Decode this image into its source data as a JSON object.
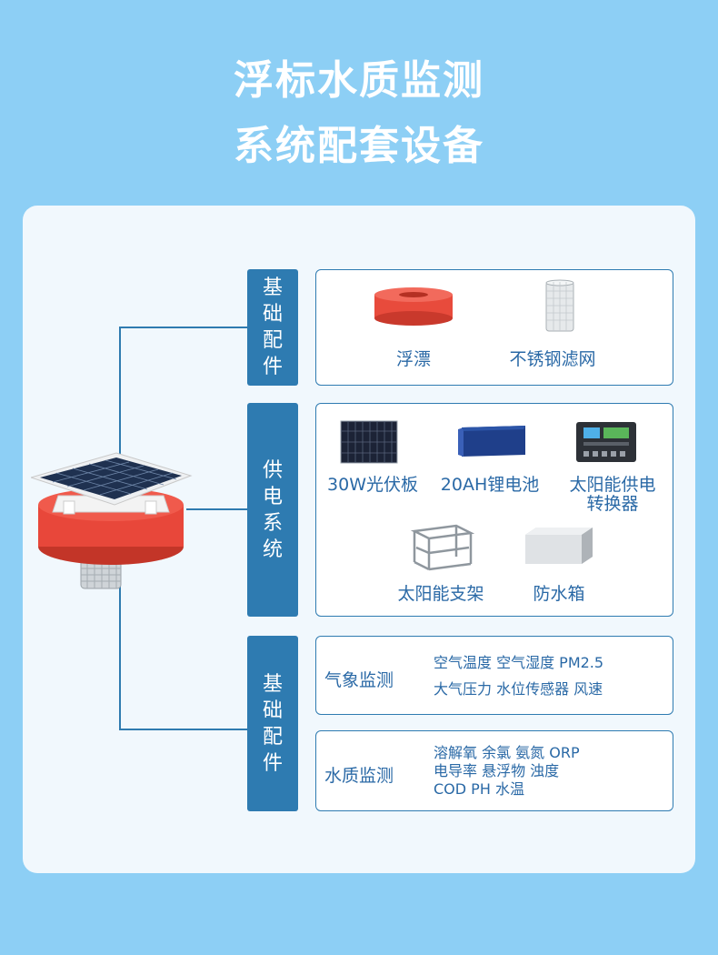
{
  "header": {
    "line1": "浮标水质监测",
    "line2": "系统配套设备"
  },
  "sections": {
    "base": {
      "tab": "基础配件",
      "items": [
        "浮漂",
        "不锈钢滤网"
      ]
    },
    "power": {
      "tab": "供电系统",
      "items": [
        "30W光伏板",
        "20AH锂电池",
        "太阳能供电",
        "转换器",
        "太阳能支架",
        "防水箱"
      ]
    },
    "sensors": {
      "tab": "基础配件",
      "weather": {
        "label": "气象监测",
        "row1": "空气温度  空气湿度  PM2.5",
        "row2": "大气压力  水位传感器  风速"
      },
      "water": {
        "label": "水质监测",
        "row1": "溶解氧  余氯  氨氮  ORP",
        "row2": "电导率  悬浮物  浊度",
        "row3": "COD  PH  水温"
      }
    }
  },
  "colors": {
    "background": "#8dcff5",
    "accent": "#2e7bb1",
    "text": "#2a69a6",
    "buoy_red": "#e8473a"
  }
}
